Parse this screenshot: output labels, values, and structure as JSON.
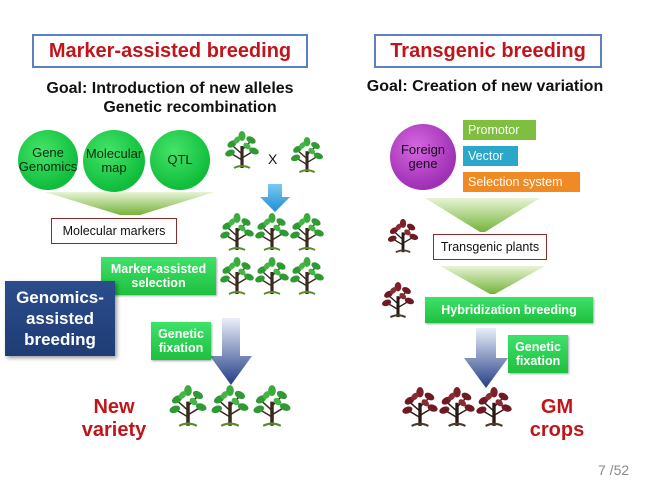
{
  "left": {
    "title": "Marker-assisted breeding",
    "goal_line1": "Goal: Introduction of new alleles",
    "goal_line2": "Genetic recombination",
    "circles": [
      {
        "line1": "Gene",
        "line2": "Genomics"
      },
      {
        "line1": "Molecular",
        "line2": "map"
      },
      {
        "line1": "QTL",
        "line2": ""
      }
    ],
    "cross_symbol": "X",
    "molecular_markers": "Molecular markers",
    "mas_line1": "Marker-assisted",
    "mas_line2": "selection",
    "genomics_assisted_line1": "Genomics-",
    "genomics_assisted_line2": "assisted",
    "genomics_assisted_line3": "breeding",
    "fixation_line1": "Genetic",
    "fixation_line2": "fixation",
    "result_line1": "New",
    "result_line2": "variety"
  },
  "right": {
    "title": "Transgenic breeding",
    "goal": "Goal: Creation of new variation",
    "foreign_gene_line1": "Foreign",
    "foreign_gene_line2": "gene",
    "tags": [
      "Promotor",
      "Vector",
      "Selection system"
    ],
    "transgenic_plants": "Transgenic plants",
    "hybridization": "Hybridization breeding",
    "fixation_line1": "Genetic",
    "fixation_line2": "fixation",
    "result_line1": "GM",
    "result_line2": "crops"
  },
  "colors": {
    "title_red": "#c0161b",
    "title_border": "#5b7fbf",
    "green": "#1fbf3f",
    "purple": "#a030b5",
    "navy": "#1f3c75",
    "tag_promotor": "#7fbf3f",
    "tag_vector": "#2aa7c9",
    "tag_selection": "#f08a24"
  },
  "page_number": "7 /52"
}
